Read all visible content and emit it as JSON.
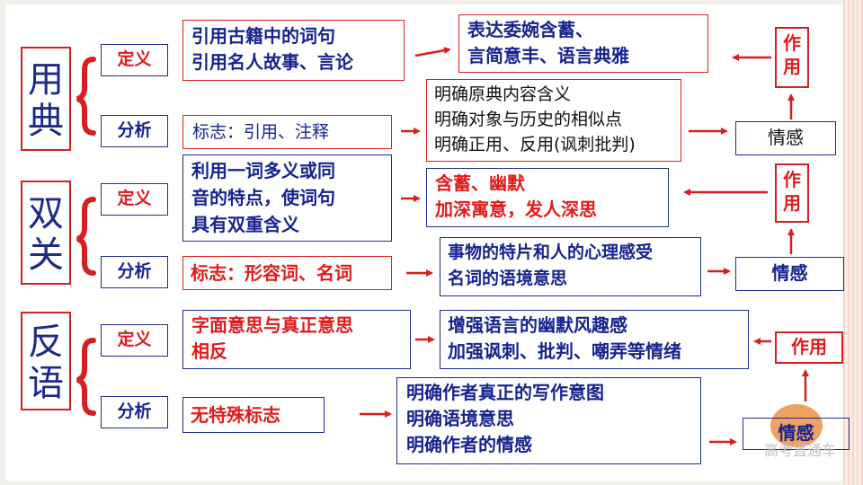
{
  "sections": [
    {
      "topic": [
        "用",
        "典"
      ],
      "definition_label": "定义",
      "definition": [
        "引用古籍中的词句",
        "引用名人故事、言论"
      ],
      "definition_effect": [
        "表达委婉含蓄、",
        "言简意丰、语言典雅"
      ],
      "analysis_label": "分析",
      "analysis": [
        "标志：引用、注释"
      ],
      "analysis_detail": [
        "明确原典内容含义",
        "明确对象与历史的相似点",
        "明确正用、反用(讽刺批判)"
      ],
      "emotion_label": "情感",
      "function_label": [
        "作",
        "用"
      ]
    },
    {
      "topic": [
        "双",
        "关"
      ],
      "definition_label": "定义",
      "definition": [
        "利用一词多义或同",
        "音的特点，使词句",
        "具有双重含义"
      ],
      "definition_effect": [
        "含蓄、幽默",
        "加深寓意，发人深思"
      ],
      "analysis_label": "分析",
      "analysis": [
        "标志：形容词、名词"
      ],
      "analysis_detail": [
        "事物的特片和人的心理感受",
        "名词的语境意思"
      ],
      "emotion_label": "情感",
      "function_label": [
        "作",
        "用"
      ]
    },
    {
      "topic": [
        "反",
        "语"
      ],
      "definition_label": "定义",
      "definition": [
        "字面意思与真正意思",
        "相反"
      ],
      "definition_effect": [
        "增强语言的幽默风趣感",
        "加强讽刺、批判、嘲弄等情绪"
      ],
      "analysis_label": "分析",
      "analysis": [
        "无特殊标志"
      ],
      "analysis_detail": [
        "明确作者真正的写作意图",
        "明确语境意思",
        "明确作者的情感"
      ],
      "emotion_label": "情感",
      "function_label": "作用"
    }
  ],
  "watermark": "高考直通车",
  "colors": {
    "accent_red": "#d81e1e",
    "text_blue": "#16248f",
    "border_blue": "#1f2d8c",
    "ellipse_orange": "#f0a060"
  }
}
